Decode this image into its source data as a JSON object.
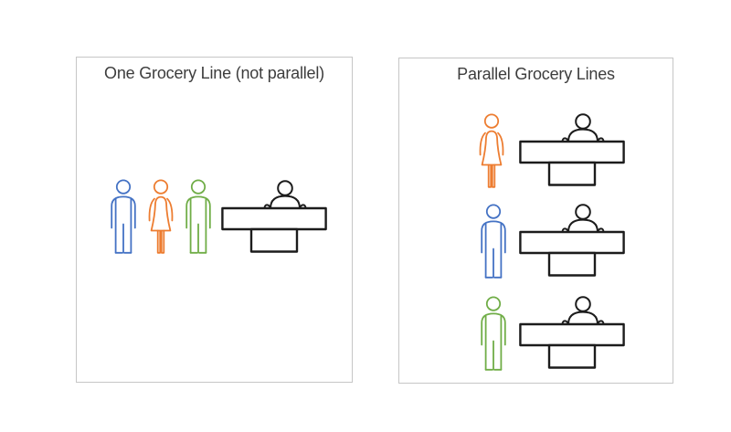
{
  "background": "#ffffff",
  "panel_border_color": "#c6c6c6",
  "title_color": "#3d3d3d",
  "panels": [
    {
      "title": "One Grocery Line (not parallel)",
      "layout": "single-queue",
      "customers": [
        {
          "type": "man",
          "color": "#4472C4",
          "name": "blue-man"
        },
        {
          "type": "woman",
          "color": "#ED7D31",
          "name": "orange-woman"
        },
        {
          "type": "man",
          "color": "#70AD47",
          "name": "green-man"
        }
      ],
      "registers": [
        {
          "type": "cashier-desk",
          "color": "#1c1c1c"
        }
      ]
    },
    {
      "title": "Parallel Grocery Lines",
      "layout": "parallel-queues",
      "lines": [
        {
          "customer": {
            "type": "woman",
            "color": "#ED7D31",
            "name": "orange-woman"
          },
          "register": {
            "type": "cashier-desk",
            "color": "#1c1c1c"
          }
        },
        {
          "customer": {
            "type": "man",
            "color": "#4472C4",
            "name": "blue-man"
          },
          "register": {
            "type": "cashier-desk",
            "color": "#1c1c1c"
          }
        },
        {
          "customer": {
            "type": "man",
            "color": "#70AD47",
            "name": "green-man"
          },
          "register": {
            "type": "cashier-desk",
            "color": "#1c1c1c"
          }
        }
      ]
    }
  ]
}
